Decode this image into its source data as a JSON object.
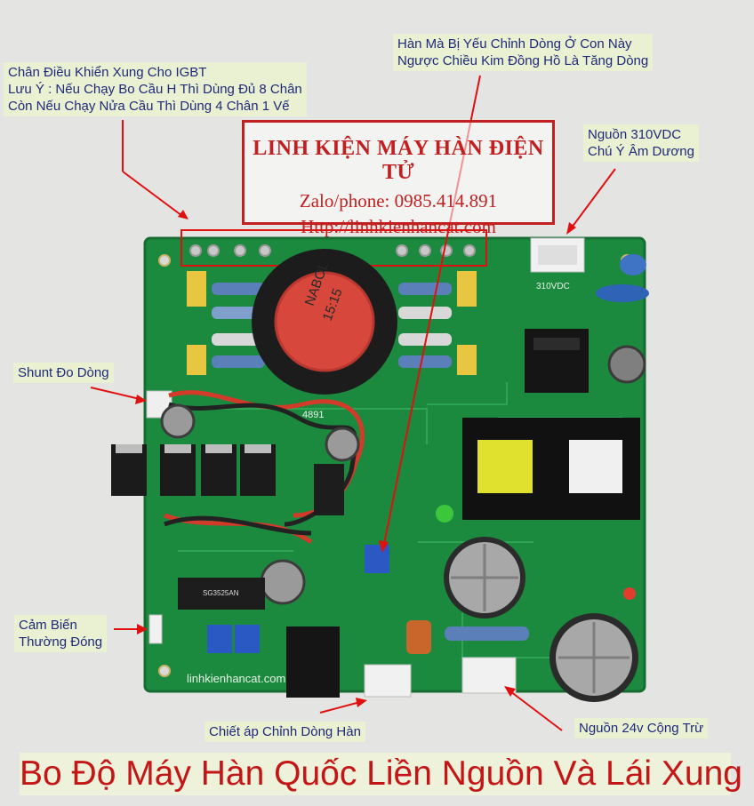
{
  "stamp": {
    "title": "LINH KIỆN MÁY HÀN ĐIỆN TỬ",
    "phone": "Zalo/phone: 0985.414.891",
    "website": "Http://linhkienhancat.com"
  },
  "callouts": {
    "igbt_pins": [
      "Chân Điều Khiển Xung Cho IGBT",
      "Lưu Ý : Nếu Chạy Bo Cầu H Thì Dùng Đủ 8 Chân",
      "Còn Nếu Chạy Nửa Cầu Thì Dùng 4 Chân 1 Vế"
    ],
    "current_trim": [
      "Hàn Mà Bị Yếu Chỉnh Dòng Ở Con Này",
      "Ngược Chiều Kim Đồng Hồ Là Tăng Dòng"
    ],
    "power_310": [
      "Nguồn 310VDC",
      "Chú Ý Âm Dương"
    ],
    "shunt": "Shunt Đo Dòng",
    "sensor": [
      "Cảm Biến",
      "Thường Đóng"
    ],
    "pot_connector": "Chiết áp Chỉnh Dòng Hàn",
    "power_24": "Nguồn 24v Cộng Trừ"
  },
  "board_marks": {
    "part_number": "4891",
    "toroid_label": "NABOL",
    "toroid_code": "15:15",
    "silk_310": "310VDC",
    "silk_brand": "linhkienhancat.com",
    "ic_label": "SG3525AN"
  },
  "banner": "Bo Độ Máy Hàn Quốc Liền Nguồn Và Lái Xung",
  "colors": {
    "pcb": "#1c8a3e",
    "callout_text": "#1f2a7a",
    "arrow": "#e01010",
    "banner_text": "#c41616"
  }
}
